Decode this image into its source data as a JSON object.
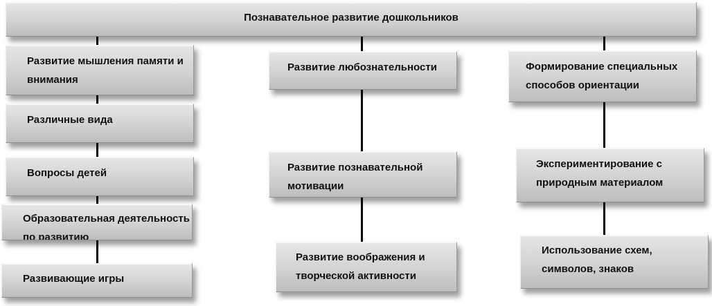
{
  "diagram": {
    "title": "Познавательное  развитие дошкольников",
    "left_column": [
      "Развитие мышления памяти и внимания",
      "Различные вида",
      "Вопросы детей",
      "Образовательная деятельность по развитию",
      "Развивающие игры"
    ],
    "middle_column": [
      "Развитие любознательности",
      "Развитие познавательной мотивации",
      "Развитие воображения и творческой активности"
    ],
    "right_column": [
      "Формирование специальных способов ориентации",
      "Экспериментирование с природным материалом",
      "Использование схем, символов, знаков"
    ]
  }
}
